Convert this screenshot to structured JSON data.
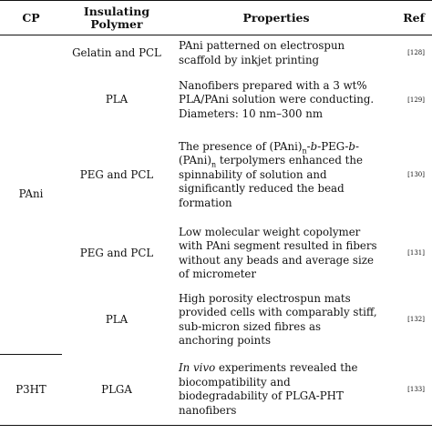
{
  "table": {
    "headers": {
      "cp": "CP",
      "polymer_line1": "Insulating",
      "polymer_line2": "Polymer",
      "properties": "Properties",
      "ref": "Ref"
    },
    "groups": [
      {
        "cp": "PAni"
      },
      {
        "cp": "P3HT"
      }
    ],
    "rows": [
      {
        "polymer": "Gelatin and PCL",
        "properties": "PAni patterned on electrospun scaffold by inkjet printing",
        "ref": "[128]"
      },
      {
        "polymer": "PLA",
        "properties": "Nanofibers prepared with a 3 wt% PLA/PAni solution were conducting. Diameters: 10 nm–300 nm",
        "ref": "[129]"
      },
      {
        "polymer": "PEG and PCL",
        "properties_parts": {
          "p1": "The presence of (PAni)",
          "sub1": "n",
          "p2": "-",
          "it1": "b",
          "p3": "-PEG-",
          "it2": "b",
          "p4": "-(PAni)",
          "sub2": "n",
          "p5": " terpolymers enhanced the spinnability of solution and significantly reduced the bead formation"
        },
        "ref": "[130]"
      },
      {
        "polymer": "PEG and PCL",
        "properties": "Low molecular weight copolymer with PAni segment resulted in fibers without any beads and average size of micrometer",
        "ref": "[131]"
      },
      {
        "polymer": "PLA",
        "properties": "High porosity electrospun mats provided cells with comparably stiff, sub-micron sized fibres as anchoring points",
        "ref": "[132]"
      },
      {
        "polymer": "PLGA",
        "properties_parts": {
          "it": "In vivo",
          "rest": " experiments revealed the biocompatibility and biodegradability of PLGA-PHT nanofibers"
        },
        "ref": "[133]"
      }
    ]
  }
}
